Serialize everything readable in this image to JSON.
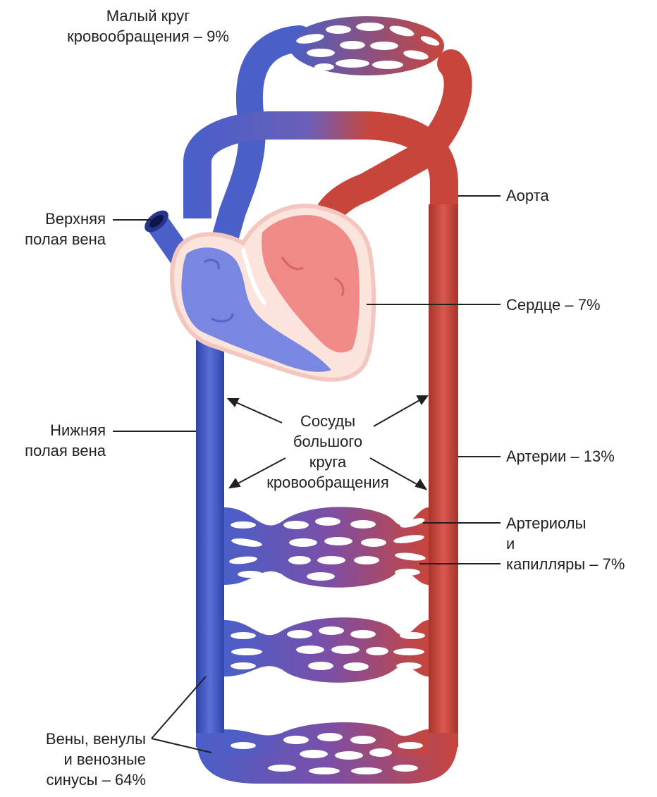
{
  "labels": {
    "pulmonary_circulation": "Малый круг\nкровообращения – 9%",
    "superior_vena_cava": "Верхняя\nполая вена",
    "aorta": "Аорта",
    "heart": "Сердце – 7%",
    "inferior_vena_cava": "Нижняя\nполая вена",
    "systemic_vessels": "Сосуды\nбольшого\nкруга\nкровообращения",
    "arteries": "Артерии – 13%",
    "arterioles_capillaries": "Артериолы\nи\nкапилляры – 7%",
    "veins_venules_sinuses": "Вены, венулы\nи венозные\nсинусы – 64%"
  },
  "colors": {
    "venous": "#4a5fc8",
    "venous_dark": "#26368f",
    "arterial": "#c8453c",
    "arterial_dark": "#8e2b26",
    "heart_left": "#f08a86",
    "heart_right": "#7a87e0",
    "heart_outline": "#f3c7bf",
    "line": "#231f20"
  }
}
